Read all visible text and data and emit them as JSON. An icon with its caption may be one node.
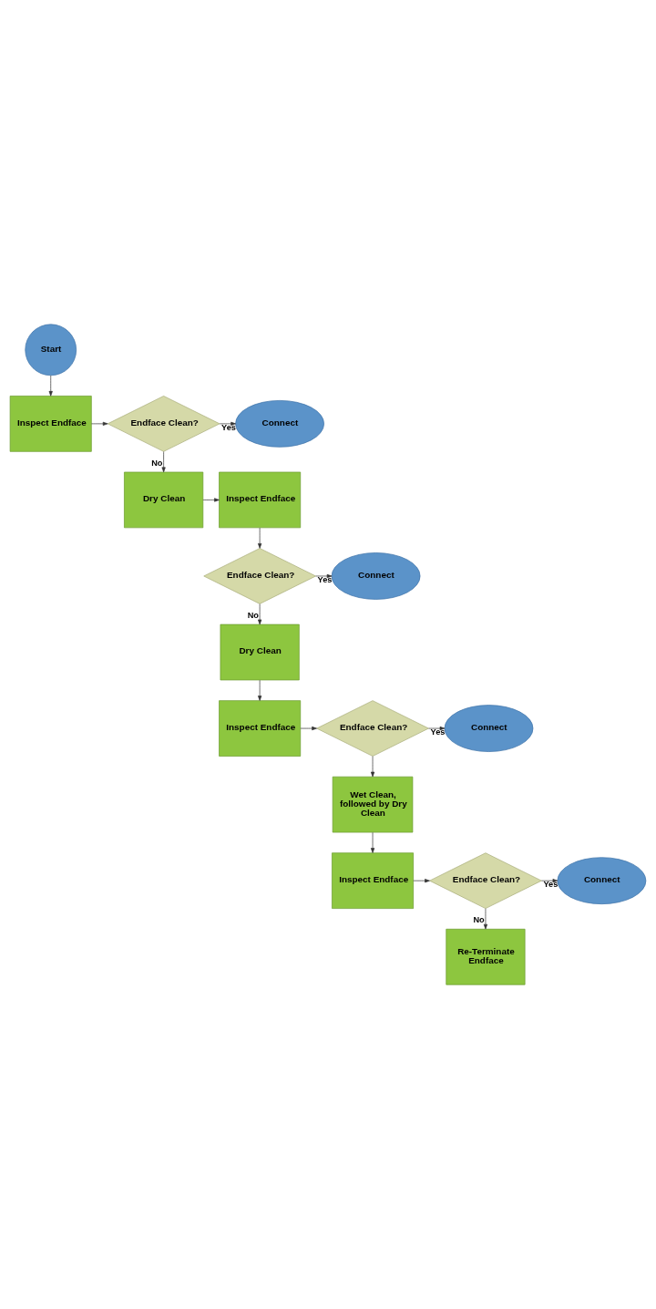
{
  "diagram": {
    "nodes": [
      {
        "text": [
          "Start"
        ]
      },
      {
        "text": [
          "Inspect Endface"
        ]
      },
      {
        "text": [
          "Endface Clean?"
        ]
      },
      {
        "text": [
          "Connect"
        ]
      },
      {
        "text": [
          "Dry Clean"
        ]
      },
      {
        "text": [
          "Inspect Endface"
        ]
      },
      {
        "text": [
          "Endface Clean?"
        ]
      },
      {
        "text": [
          "Connect"
        ]
      },
      {
        "text": [
          "Dry Clean"
        ]
      },
      {
        "text": [
          "Inspect Endface"
        ]
      },
      {
        "text": [
          "Endface Clean?"
        ]
      },
      {
        "text": [
          "Connect"
        ]
      },
      {
        "text": [
          "Wet Clean, followed by Dry Clean"
        ]
      },
      {
        "text": [
          "Inspect Endface"
        ]
      },
      {
        "text": [
          "Endface Clean?"
        ]
      },
      {
        "text": [
          "Connect"
        ]
      },
      {
        "text": [
          "Re-Terminate Endface"
        ]
      }
    ],
    "edges": [
      {
        "from": 0,
        "to": 1,
        "arrow": "to"
      },
      {
        "from": 1,
        "to": 2,
        "arrow": "to"
      },
      {
        "from": 2,
        "to": 3,
        "arrow": "to",
        "label": "Yes"
      },
      {
        "from": 2,
        "to": 4,
        "arrow": "to",
        "label": "No"
      },
      {
        "from": 4,
        "to": 5,
        "arrow": "to"
      },
      {
        "from": 5,
        "to": 6,
        "arrow": "to"
      },
      {
        "from": 6,
        "to": 7,
        "arrow": "to",
        "label": "Yes"
      },
      {
        "from": 6,
        "to": 8,
        "arrow": "to",
        "label": "No"
      },
      {
        "from": 8,
        "to": 9,
        "arrow": "to"
      },
      {
        "from": 9,
        "to": 10,
        "arrow": "to"
      },
      {
        "from": 10,
        "to": 11,
        "arrow": "to",
        "label": "Yes"
      },
      {
        "from": 10,
        "to": 12,
        "arrow": "to"
      },
      {
        "from": 12,
        "to": 13,
        "arrow": "to"
      },
      {
        "from": 13,
        "to": 14,
        "arrow": "to"
      },
      {
        "from": 14,
        "to": 15,
        "arrow": "to",
        "label": "Yes"
      },
      {
        "from": 14,
        "to": 16,
        "arrow": "to",
        "label": "No"
      }
    ]
  }
}
